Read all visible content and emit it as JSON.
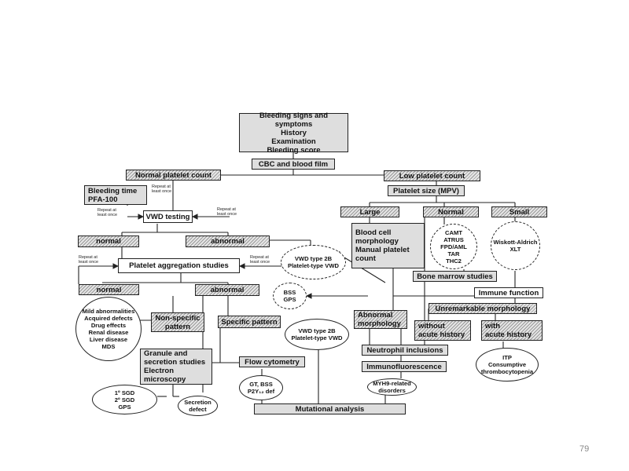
{
  "page_number": "79",
  "nodes": {
    "bleeding": "Bleeding signs and symptoms\nHistory\nExamination\nBleeding score",
    "cbc": "CBC and blood film",
    "normal_platelet_count": "Normal platelet count",
    "low_platelet_count": "Low platelet count",
    "bleeding_time": "Bleeding time\nPFA-100",
    "platelet_size": "Platelet size (MPV)",
    "vwd_testing": "VWD testing",
    "large": "Large",
    "normal_size": "Normal",
    "small": "Small",
    "vwd_normal": "normal",
    "vwd_abnormal": "abnormal",
    "blood_cell_morphology": "Blood cell\nmorphology\nManual platelet\ncount",
    "platelet_aggregation": "Platelet aggregation studies",
    "agg_normal": "normal",
    "agg_abnormal": "abnormal",
    "bone_marrow": "Bone marrow studies",
    "immune_function": "Immune function",
    "unremarkable_morphology": "Unremarkable morphology",
    "non_specific": "Non-specific\npattern",
    "specific_pattern": "Specific pattern",
    "abnormal_morphology": "Abnormal\nmorphology",
    "without_acute": "without\nacute history",
    "with_acute": "with\nacute history",
    "neutrophil_inclusions": "Neutrophil inclusions",
    "immunofluorescence": "Immunofluorescence",
    "granule_secretion": "Granule and\nsecretion studies\nElectron\nmicroscopy",
    "flow_cytometry": "Flow cytometry",
    "mutational_analysis": "Mutational analysis"
  },
  "ellipses": {
    "vwd_type2b_dashed": "VWD type 2B\nPlatelet-type VWD",
    "camt": "CAMT\nATRUS\nFPD/AML\nTAR\nTHC2",
    "wiskott": "Wiskott-Aldrich\nXLT",
    "bss_gps": "BSS\nGPS",
    "mild_abnormalities": "Mild abnormalities\nAcquired defects\nDrug effects\nRenal disease\nLiver disease\nMDS",
    "vwd_type2b": "VWD type 2B\nPlatelet-type VWD",
    "itp": "ITP\nConsumptive\nthrombocytopenia",
    "gt_bss": "GT, BSS\nP2Y₁₂ def",
    "myh9": "MYH9-related\ndisorders",
    "sgd": "1º SGD\n2º SGD\nGPS",
    "secretion_defect": "Secretion\ndefect"
  },
  "annotations": {
    "repeat1": "Repeat at\nleast once",
    "repeat2": "Repeat at\nleast once",
    "repeat3": "Repeat at\nleast once",
    "repeat4": "Repeat at\nleast once",
    "repeat5": "Repeat at\nleast once"
  }
}
